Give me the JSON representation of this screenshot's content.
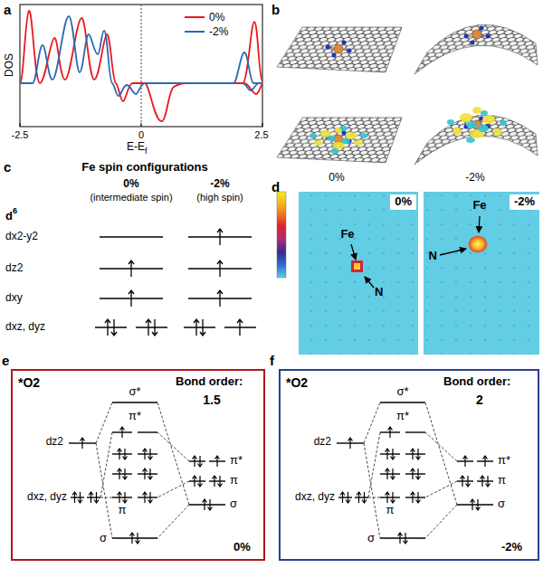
{
  "diagram": {
    "nodes": [
      {
        "text": [
          "0%"
        ]
      },
      {
        "text": [
          "-2%"
        ]
      },
      {
        "text": [
          "*O2",
          "Bond order:",
          "1.5",
          "σ*",
          "π*",
          "dz2",
          "dxz, dyz",
          "π",
          "σ",
          "π*",
          "π",
          "σ",
          "0%"
        ]
      },
      {
        "text": [
          "*O2",
          "Bond order:",
          "2",
          "σ*",
          "π*",
          "dz2",
          "dxz, dyz",
          "π",
          "σ",
          "π*",
          "π",
          "σ",
          "-2%"
        ]
      }
    ],
    "labels": [
      "a",
      "DOS",
      "-2.5",
      "0",
      "2.5",
      "E-E",
      "f",
      "b",
      "0%",
      "-2%",
      "c",
      "Fe spin configurations",
      "0%",
      "-2%",
      "(intermediate spin)",
      "(high spin)",
      "d",
      "6",
      "dx2-y2",
      "dz2",
      "dxy",
      "dxz, dyz",
      "d",
      "Fe",
      "N",
      "Fe",
      "N",
      "e",
      "f"
    ],
    "legend": [
      {
        "text": "0%",
        "color": "#e8191c"
      },
      {
        "text": "-2%",
        "color": "#2a6ab3"
      }
    ]
  }
}
